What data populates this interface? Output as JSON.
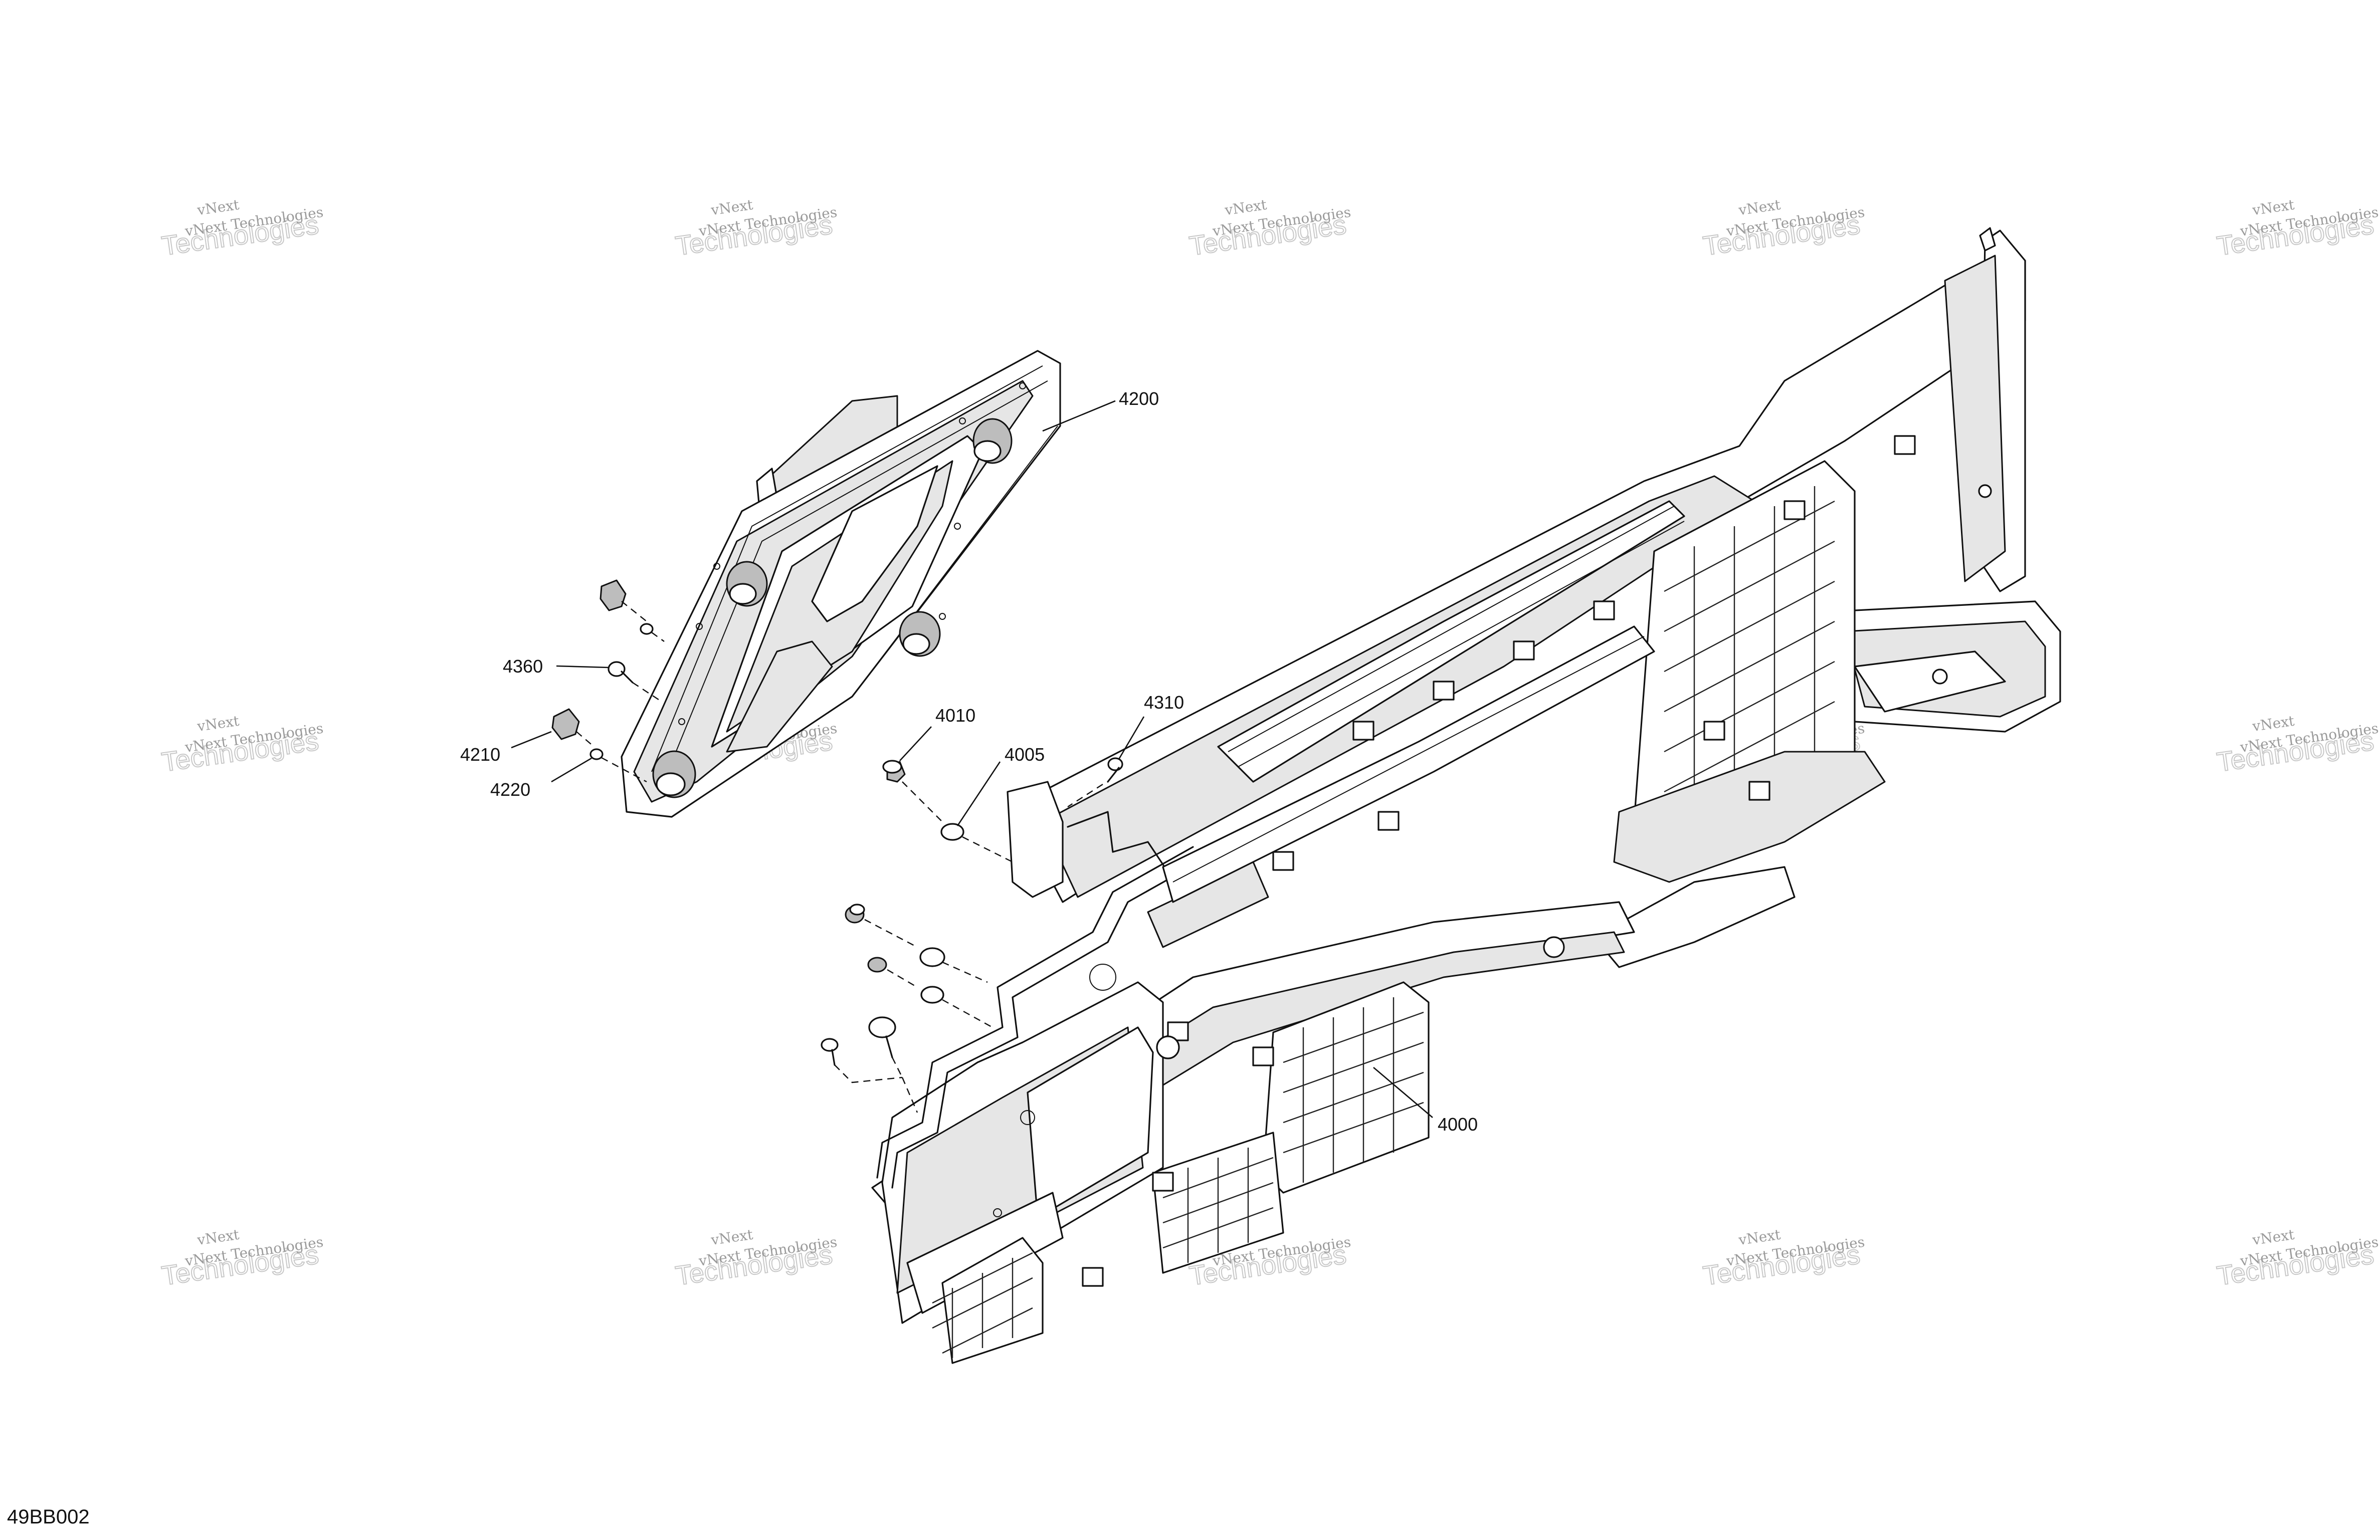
{
  "figure_code": "49BB002",
  "watermark": {
    "line1": "vNext",
    "line2": "Technologies",
    "line3": "vNext Technologies"
  },
  "callouts": [
    {
      "id": "4200",
      "label": "4200"
    },
    {
      "id": "4360",
      "label": "4360"
    },
    {
      "id": "4210",
      "label": "4210"
    },
    {
      "id": "4220",
      "label": "4220"
    },
    {
      "id": "4010",
      "label": "4010"
    },
    {
      "id": "4005",
      "label": "4005"
    },
    {
      "id": "4310",
      "label": "4310"
    },
    {
      "id": "4000",
      "label": "4000"
    }
  ]
}
